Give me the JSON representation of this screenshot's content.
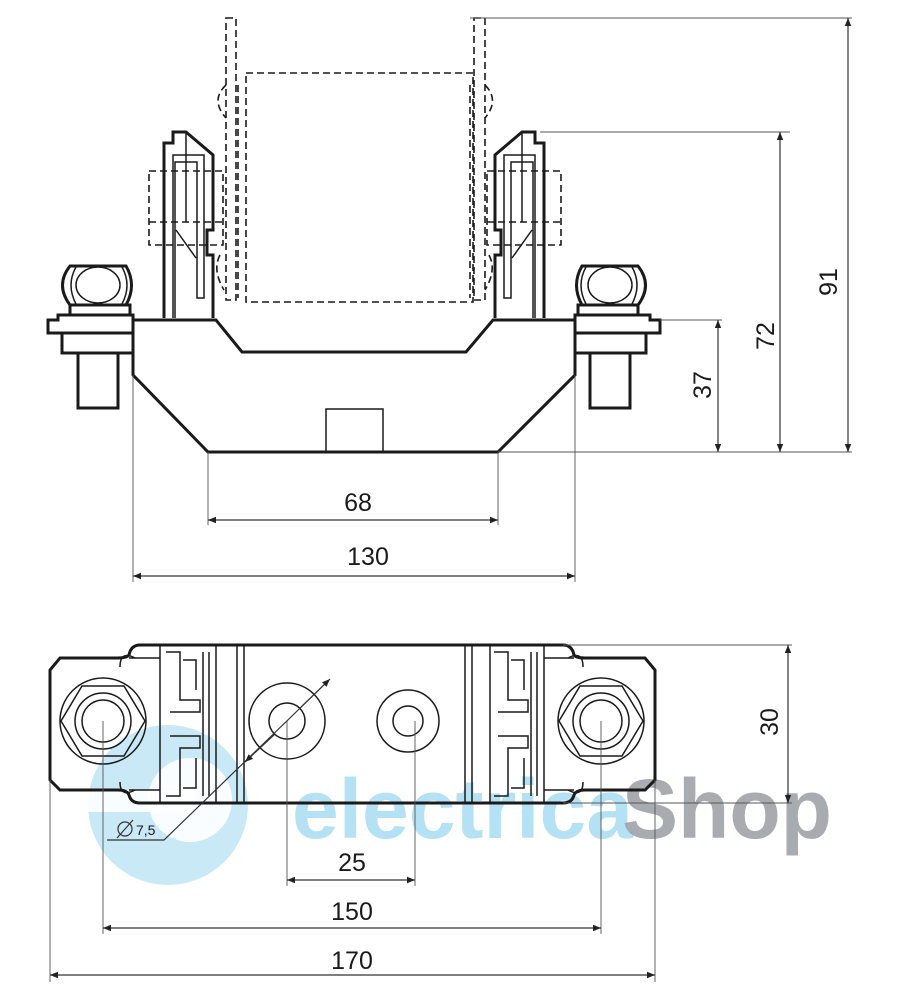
{
  "drawing": {
    "front_view": {
      "dimensions": {
        "base_width": "68",
        "body_width": "130",
        "base_height": "37",
        "contact_height": "72",
        "total_height": "91"
      }
    },
    "top_view": {
      "dimensions": {
        "depth": "30",
        "hole_spacing": "25",
        "terminal_spacing": "150",
        "overall_length": "170",
        "hole_diameter": "7,5"
      }
    }
  },
  "watermark": {
    "part1": "electrica",
    "part2": "Shop",
    "color_blue": "#a9dcf3",
    "color_gray": "#9a9ea3"
  }
}
